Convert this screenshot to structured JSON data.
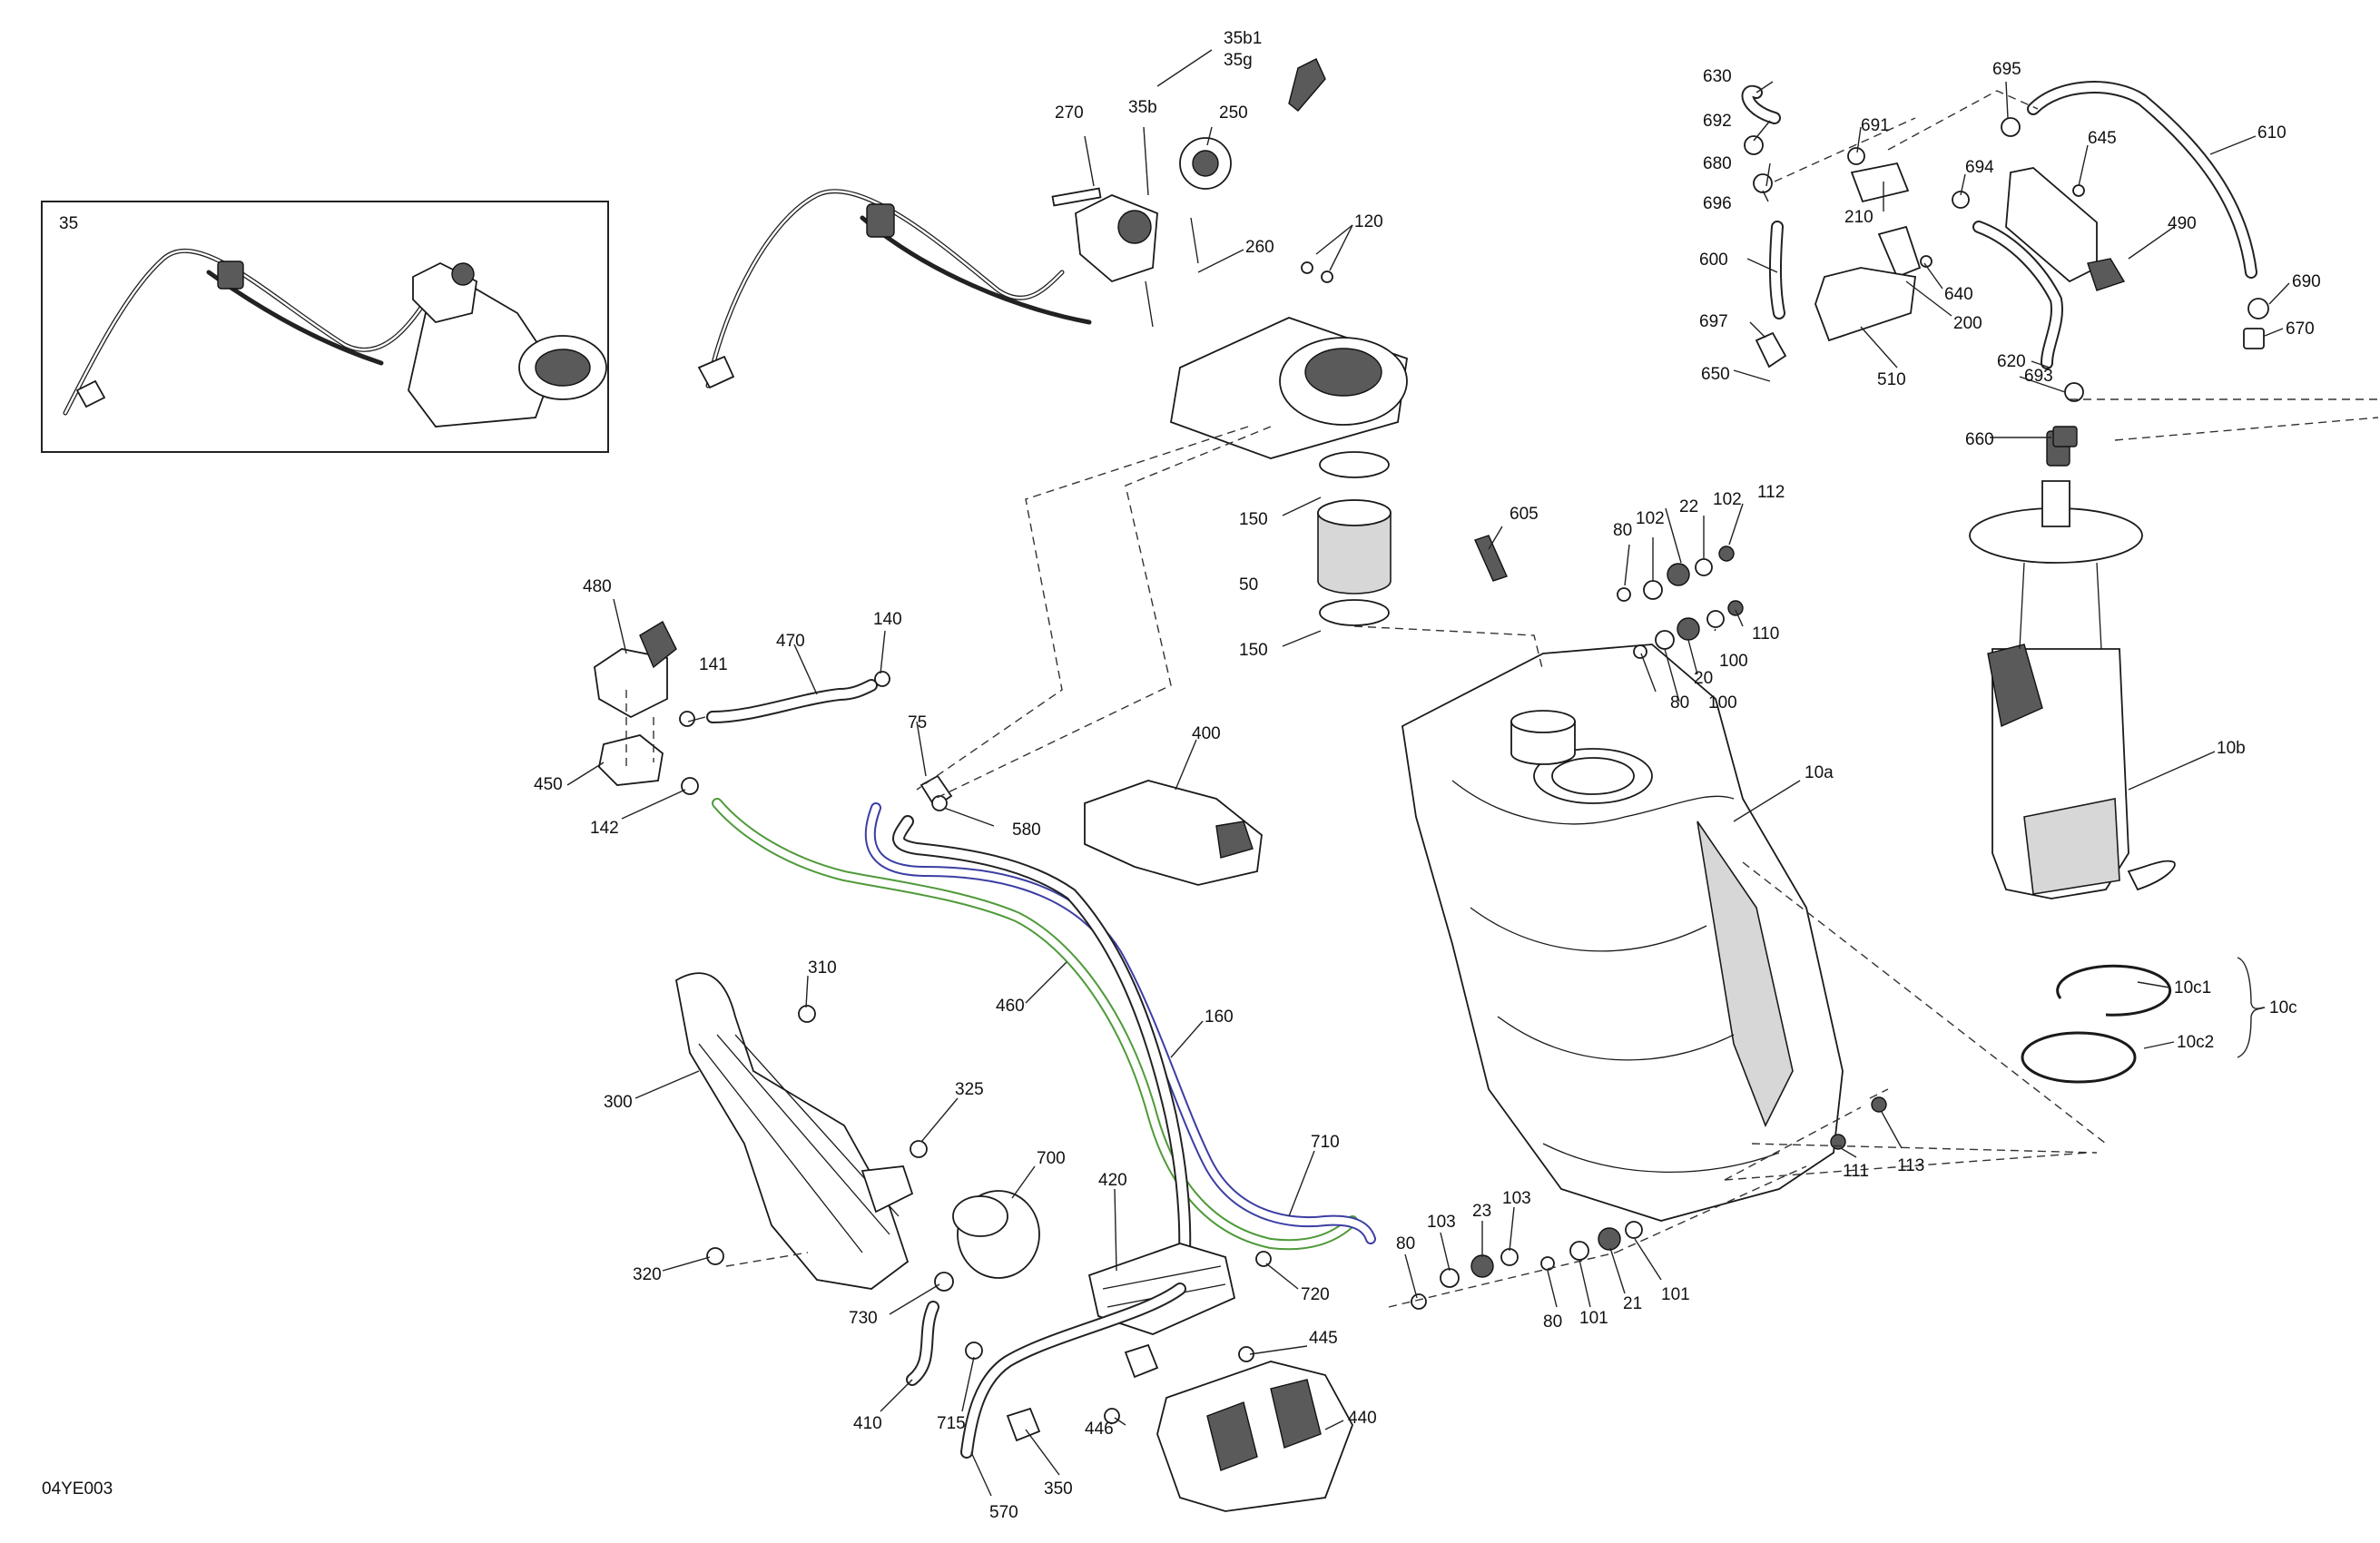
{
  "diagram": {
    "drawing_code": "04YE003",
    "inset_label": "35",
    "callouts": [
      {
        "id": "35b1",
        "text": "35b1"
      },
      {
        "id": "35g",
        "text": "35g"
      },
      {
        "id": "270",
        "text": "270"
      },
      {
        "id": "35b",
        "text": "35b"
      },
      {
        "id": "250",
        "text": "250"
      },
      {
        "id": "260",
        "text": "260"
      },
      {
        "id": "120",
        "text": "120"
      },
      {
        "id": "150a",
        "text": "150"
      },
      {
        "id": "50",
        "text": "50"
      },
      {
        "id": "150b",
        "text": "150"
      },
      {
        "id": "605",
        "text": "605"
      },
      {
        "id": "80a",
        "text": "80"
      },
      {
        "id": "102a",
        "text": "102"
      },
      {
        "id": "22",
        "text": "22"
      },
      {
        "id": "102b",
        "text": "102"
      },
      {
        "id": "112",
        "text": "112"
      },
      {
        "id": "110",
        "text": "110"
      },
      {
        "id": "20",
        "text": "20"
      },
      {
        "id": "100a",
        "text": "100"
      },
      {
        "id": "80b",
        "text": "80"
      },
      {
        "id": "100b",
        "text": "100"
      },
      {
        "id": "10a",
        "text": "10a"
      },
      {
        "id": "480",
        "text": "480"
      },
      {
        "id": "470",
        "text": "470"
      },
      {
        "id": "140",
        "text": "140"
      },
      {
        "id": "141",
        "text": "141"
      },
      {
        "id": "450",
        "text": "450"
      },
      {
        "id": "142",
        "text": "142"
      },
      {
        "id": "75",
        "text": "75"
      },
      {
        "id": "580",
        "text": "580"
      },
      {
        "id": "400",
        "text": "400"
      },
      {
        "id": "460",
        "text": "460"
      },
      {
        "id": "160",
        "text": "160"
      },
      {
        "id": "310",
        "text": "310"
      },
      {
        "id": "300",
        "text": "300"
      },
      {
        "id": "325",
        "text": "325"
      },
      {
        "id": "320",
        "text": "320"
      },
      {
        "id": "700",
        "text": "700"
      },
      {
        "id": "420",
        "text": "420"
      },
      {
        "id": "710",
        "text": "710"
      },
      {
        "id": "720",
        "text": "720"
      },
      {
        "id": "730",
        "text": "730"
      },
      {
        "id": "410",
        "text": "410"
      },
      {
        "id": "715",
        "text": "715"
      },
      {
        "id": "570",
        "text": "570"
      },
      {
        "id": "350",
        "text": "350"
      },
      {
        "id": "446",
        "text": "446"
      },
      {
        "id": "445",
        "text": "445"
      },
      {
        "id": "440",
        "text": "440"
      },
      {
        "id": "80c",
        "text": "80"
      },
      {
        "id": "103a",
        "text": "103"
      },
      {
        "id": "23",
        "text": "23"
      },
      {
        "id": "103b",
        "text": "103"
      },
      {
        "id": "80d",
        "text": "80"
      },
      {
        "id": "101a",
        "text": "101"
      },
      {
        "id": "21",
        "text": "21"
      },
      {
        "id": "101b",
        "text": "101"
      },
      {
        "id": "111",
        "text": "111"
      },
      {
        "id": "113",
        "text": "113"
      },
      {
        "id": "630",
        "text": "630"
      },
      {
        "id": "695",
        "text": "695"
      },
      {
        "id": "610",
        "text": "610"
      },
      {
        "id": "692",
        "text": "692"
      },
      {
        "id": "691",
        "text": "691"
      },
      {
        "id": "680",
        "text": "680"
      },
      {
        "id": "645",
        "text": "645"
      },
      {
        "id": "694",
        "text": "694"
      },
      {
        "id": "696",
        "text": "696"
      },
      {
        "id": "210",
        "text": "210"
      },
      {
        "id": "490",
        "text": "490"
      },
      {
        "id": "600",
        "text": "600"
      },
      {
        "id": "640",
        "text": "640"
      },
      {
        "id": "690",
        "text": "690"
      },
      {
        "id": "200",
        "text": "200"
      },
      {
        "id": "697",
        "text": "697"
      },
      {
        "id": "670",
        "text": "670"
      },
      {
        "id": "510",
        "text": "510"
      },
      {
        "id": "620",
        "text": "620"
      },
      {
        "id": "693",
        "text": "693"
      },
      {
        "id": "650",
        "text": "650"
      },
      {
        "id": "660",
        "text": "660"
      },
      {
        "id": "10b",
        "text": "10b"
      },
      {
        "id": "10c1",
        "text": "10c1"
      },
      {
        "id": "10c",
        "text": "10c"
      },
      {
        "id": "10c2",
        "text": "10c2"
      }
    ]
  }
}
